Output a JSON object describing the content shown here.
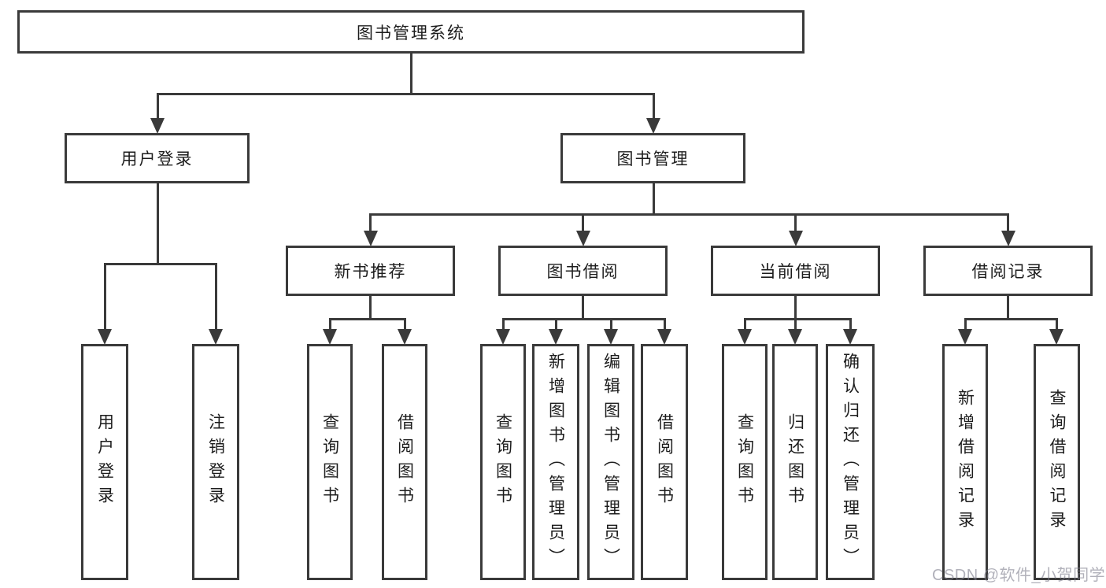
{
  "diagram": {
    "type": "hierarchy-diagram",
    "watermark": "CSDN @软件_小贺同学",
    "colors": {
      "line": "#3a3a3a",
      "box_border": "#3a3a3a",
      "text": "#1d1d1d",
      "background": "#ffffff",
      "watermark_text": "#7d7d8c"
    }
  },
  "tree": {
    "root": {
      "label": "图书管理系统"
    },
    "branches": [
      {
        "label": "用户登录",
        "children": [
          {
            "label": "用户登录"
          },
          {
            "label": "注销登录"
          }
        ]
      },
      {
        "label": "图书管理",
        "children": [
          {
            "label": "新书推荐",
            "children": [
              {
                "label": "查询图书"
              },
              {
                "label": "借阅图书"
              }
            ]
          },
          {
            "label": "图书借阅",
            "children": [
              {
                "label": "查询图书"
              },
              {
                "label": "新增图书（管理员）"
              },
              {
                "label": "编辑图书（管理员）"
              },
              {
                "label": "借阅图书"
              }
            ]
          },
          {
            "label": "当前借阅",
            "children": [
              {
                "label": "查询图书"
              },
              {
                "label": "归还图书"
              },
              {
                "label": "确认归还（管理员）"
              }
            ]
          },
          {
            "label": "借阅记录",
            "children": [
              {
                "label": "新增借阅记录"
              },
              {
                "label": "查询借阅记录"
              }
            ]
          }
        ]
      }
    ]
  }
}
